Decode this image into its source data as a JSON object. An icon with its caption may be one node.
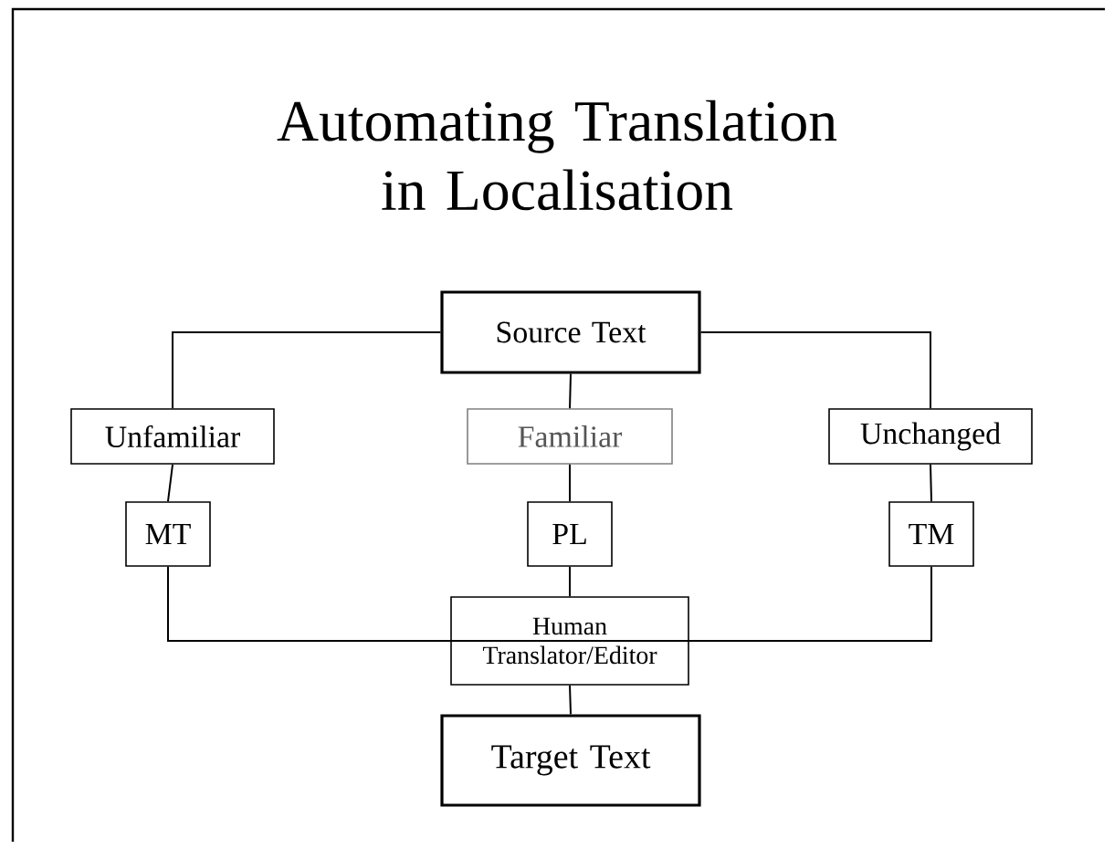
{
  "diagram": {
    "title": "Automating Translation in Localisation",
    "nodes": [
      {
        "text": [
          "Source Text"
        ]
      },
      {
        "text": [
          "Unfamiliar"
        ]
      },
      {
        "text": [
          "Familiar"
        ]
      },
      {
        "text": [
          "Unchanged"
        ]
      },
      {
        "text": [
          "MT"
        ]
      },
      {
        "text": [
          "PL"
        ]
      },
      {
        "text": [
          "TM"
        ]
      },
      {
        "text": [
          "Human Translator/Editor"
        ]
      },
      {
        "text": [
          "Target Text"
        ]
      }
    ],
    "edges": [
      {
        "from": 0,
        "to": 1,
        "arrow": "none"
      },
      {
        "from": 0,
        "to": 2,
        "arrow": "none"
      },
      {
        "from": 0,
        "to": 3,
        "arrow": "none"
      },
      {
        "from": 1,
        "to": 4,
        "arrow": "none"
      },
      {
        "from": 2,
        "to": 5,
        "arrow": "none"
      },
      {
        "from": 3,
        "to": 6,
        "arrow": "none"
      },
      {
        "from": 4,
        "to": 7,
        "arrow": "none"
      },
      {
        "from": 5,
        "to": 7,
        "arrow": "none"
      },
      {
        "from": 6,
        "to": 7,
        "arrow": "none"
      },
      {
        "from": 7,
        "to": 8,
        "arrow": "none"
      }
    ]
  }
}
